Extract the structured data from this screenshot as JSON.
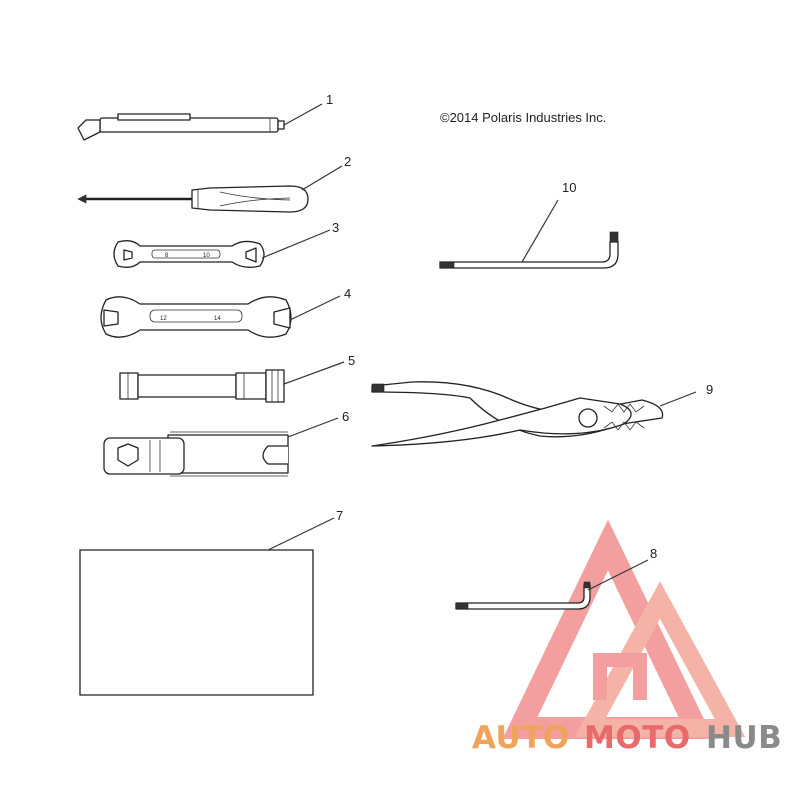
{
  "copyright": "©2014 Polaris Industries Inc.",
  "callouts": [
    "1",
    "2",
    "3",
    "4",
    "5",
    "6",
    "7",
    "8",
    "9",
    "10"
  ],
  "wrench_small_sizes": [
    "8",
    "10"
  ],
  "wrench_large_sizes": [
    "12",
    "14"
  ],
  "watermark": {
    "part1": "AUTO",
    "part2": "MOTO",
    "part3": "HUB",
    "color_primary": "#f0a35a",
    "color_secondary": "#e86a6a",
    "color_tertiary": "#8a8a8a"
  }
}
